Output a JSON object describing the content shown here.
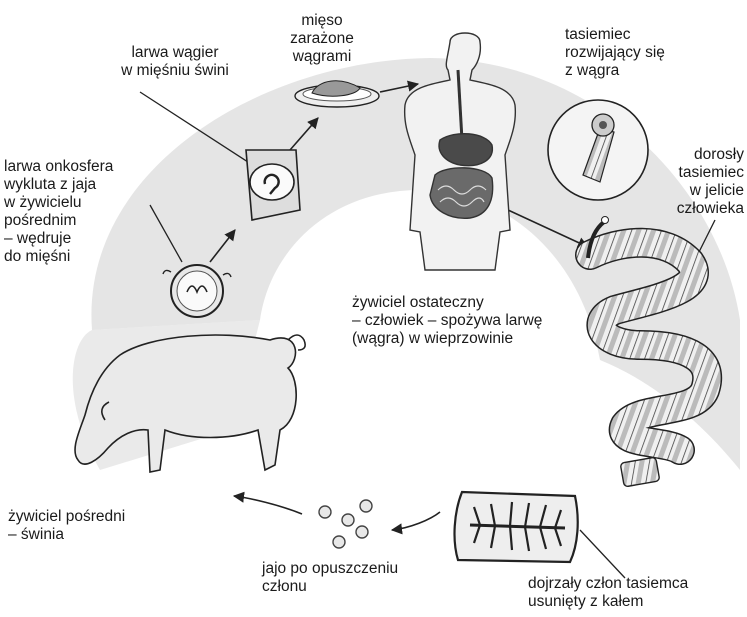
{
  "labels": {
    "meat": "mięso\nzarażone\nwągrami",
    "wagier": "larwa wągier\nw mięśniu świni",
    "tapeworm_from_wagier": "tasiemiec\nrozwijający się\nz wągra",
    "onchosphere": "larwa onkosfera\nwykluta z jaja\nw żywicielu\npośrednim\n– wędruje\ndo mięśni",
    "adult": "dorosły\ntasiemiec\nw jelicie\nczłowieka",
    "definitive_host": "żywiciel ostateczny\n– człowiek – spożywa larwę\n(wągra) w wieprzowinie",
    "intermediate_host": "żywiciel pośredni\n– świnia",
    "egg": "jajo po opuszczeniu\nczłonu",
    "segment": "dojrzały człon tasiemca\nusunięty z kałem"
  },
  "icons": {
    "meat_plate": "meat-plate-icon",
    "human": "human-body-icon",
    "scolex": "tapeworm-scolex-icon",
    "pig": "pig-icon",
    "cyst": "cysticercus-icon",
    "onchosphere": "onchosphere-icon",
    "segment": "proglottid-icon",
    "eggs": "eggs-icon"
  }
}
